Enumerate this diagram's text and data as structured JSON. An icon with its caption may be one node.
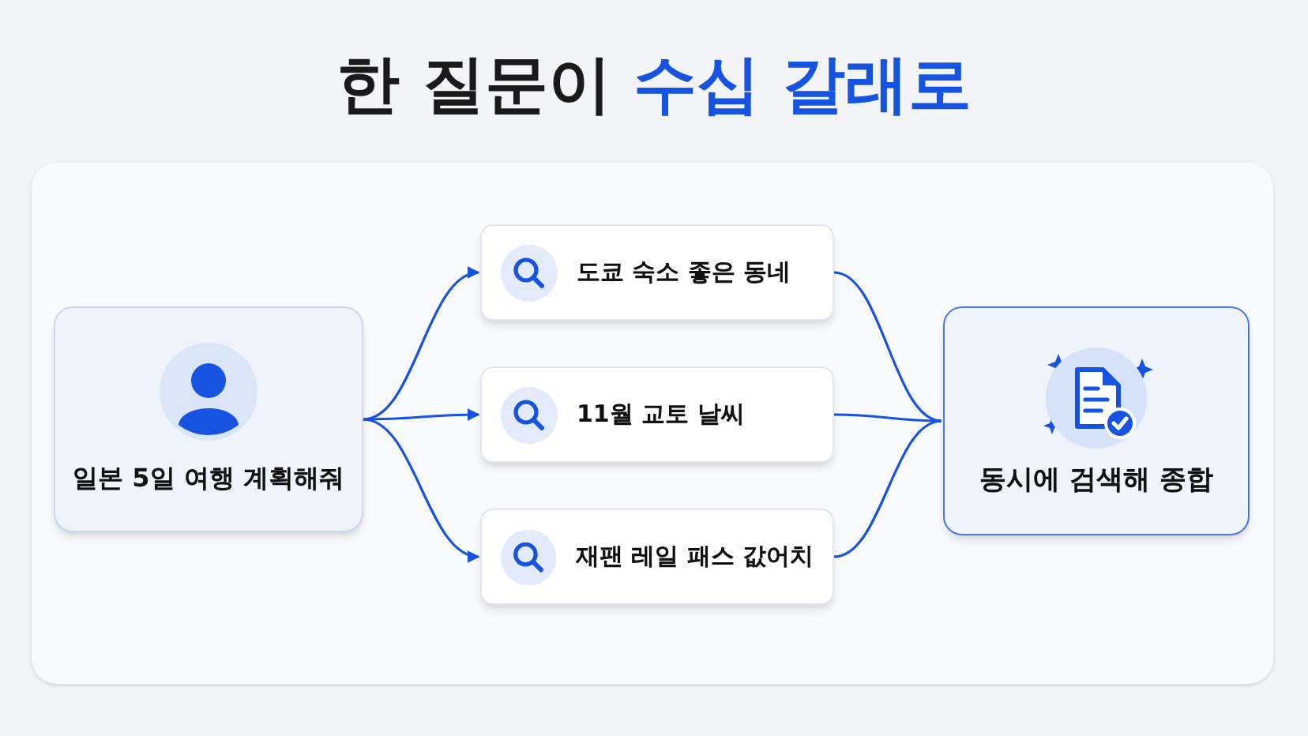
{
  "diagram": {
    "title": "한 질문이 수십 갈래로",
    "nodes": [
      {
        "text": [
          "일본 5일 여행 계획해줘"
        ]
      },
      {
        "text": [
          "도쿄 숙소 좋은 동네"
        ]
      },
      {
        "text": [
          "11월 교토 날씨"
        ]
      },
      {
        "text": [
          "재팬 레일 패스 값어치"
        ]
      },
      {
        "text": [
          "동시에 검색해 종합"
        ]
      }
    ],
    "edges": [
      {
        "from": 0,
        "to": 1,
        "arrow": "to"
      },
      {
        "from": 0,
        "to": 2,
        "arrow": "to"
      },
      {
        "from": 0,
        "to": 3,
        "arrow": "to"
      },
      {
        "from": 1,
        "to": 4,
        "arrow": "none"
      },
      {
        "from": 2,
        "to": 4,
        "arrow": "none"
      },
      {
        "from": 3,
        "to": 4,
        "arrow": "none"
      }
    ]
  }
}
